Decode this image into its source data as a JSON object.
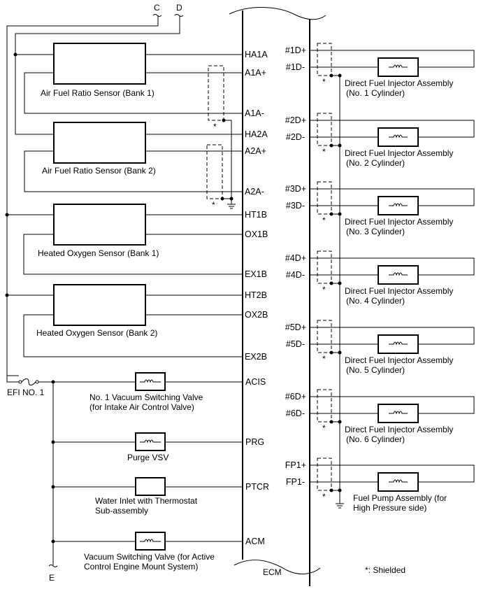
{
  "diagram": {
    "ecm_label": "ECM",
    "connectors": {
      "c": "C",
      "d": "D",
      "e": "E"
    },
    "fuse_label": "EFI NO. 1",
    "shield_marker": "*",
    "legend": "*: Shielded",
    "left_components": [
      {
        "name": "Air Fuel Ratio Sensor (Bank 1)",
        "pins": [
          "HA1A",
          "A1A+",
          "A1A-"
        ]
      },
      {
        "name": "Air Fuel Ratio Sensor (Bank 2)",
        "pins": [
          "HA2A",
          "A2A+",
          "A2A-"
        ]
      },
      {
        "name": "Heated Oxygen Sensor (Bank 1)",
        "pins": [
          "HT1B",
          "OX1B",
          "EX1B"
        ]
      },
      {
        "name": "Heated Oxygen Sensor (Bank 2)",
        "pins": [
          "HT2B",
          "OX2B",
          "EX2B"
        ]
      }
    ],
    "actuators": [
      {
        "line1": "No. 1 Vacuum Switching Valve",
        "line2": "(for Intake Air Control Valve)",
        "pin": "ACIS",
        "icon": "solenoid-coil"
      },
      {
        "line1": "Purge VSV",
        "line2": "",
        "pin": "PRG",
        "icon": "solenoid-coil"
      },
      {
        "line1": "Water Inlet with Thermostat",
        "line2": "Sub-assembly",
        "pin": "PTCR",
        "icon": "none"
      },
      {
        "line1": "Vacuum Switching Valve (for Active",
        "line2": "Control Engine Mount System)",
        "pin": "ACM",
        "icon": "solenoid-coil"
      }
    ],
    "injectors": [
      {
        "pos": "#1D+",
        "neg": "#1D-",
        "line1": "Direct Fuel Injector Assembly",
        "line2": "(No. 1 Cylinder)"
      },
      {
        "pos": "#2D+",
        "neg": "#2D-",
        "line1": "Direct Fuel Injector Assembly",
        "line2": "(No. 2 Cylinder)"
      },
      {
        "pos": "#3D+",
        "neg": "#3D-",
        "line1": "Direct Fuel Injector Assembly",
        "line2": "(No. 3 Cylinder)"
      },
      {
        "pos": "#4D+",
        "neg": "#4D-",
        "line1": "Direct Fuel Injector Assembly",
        "line2": "(No. 4 Cylinder)"
      },
      {
        "pos": "#5D+",
        "neg": "#5D-",
        "line1": "Direct Fuel Injector Assembly",
        "line2": "(No. 5 Cylinder)"
      },
      {
        "pos": "#6D+",
        "neg": "#6D-",
        "line1": "Direct Fuel Injector Assembly",
        "line2": "(No. 6 Cylinder)"
      },
      {
        "pos": "FP1+",
        "neg": "FP1-",
        "line1": "Fuel Pump Assembly (for",
        "line2": "High Pressure side)"
      }
    ]
  }
}
